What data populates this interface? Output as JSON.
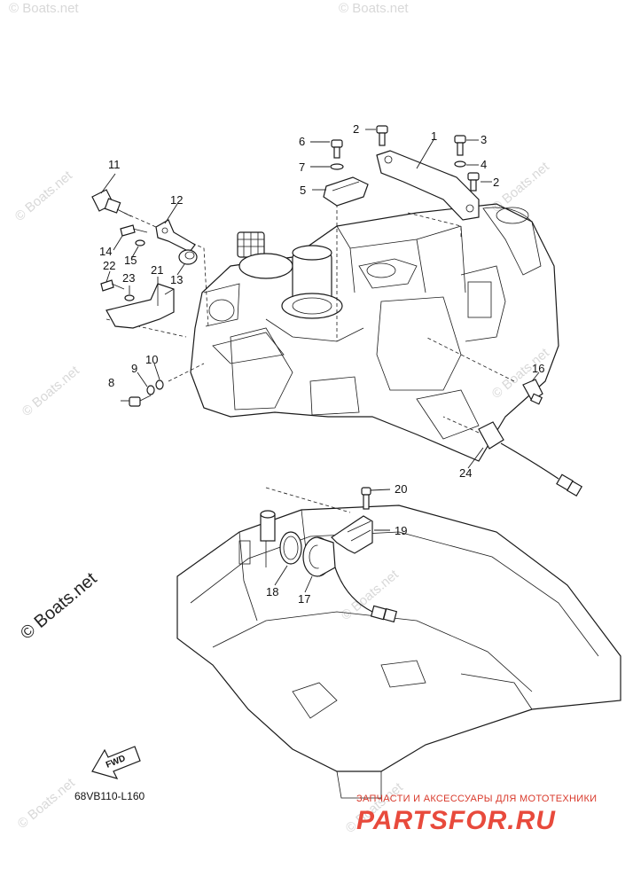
{
  "diagram_code": "68VB110-L160",
  "watermarks": {
    "side": "© Boats.net",
    "faint": "© Boats.net"
  },
  "footer": {
    "tagline": "ЗАПЧАСТИ И АКСЕССУАРЫ ДЛЯ МОТОТЕХНИКИ",
    "brand": "PARTSFOR.RU"
  },
  "fwd_label": "FWD",
  "callouts": [
    "1",
    "2",
    "2",
    "3",
    "4",
    "5",
    "6",
    "7",
    "8",
    "9",
    "10",
    "11",
    "12",
    "13",
    "14",
    "15",
    "16",
    "17",
    "18",
    "19",
    "20",
    "21",
    "22",
    "23",
    "24"
  ],
  "colors": {
    "line": "#1a1a1a",
    "brand": "#e84a3c",
    "watermark": "#d8d8d8"
  }
}
